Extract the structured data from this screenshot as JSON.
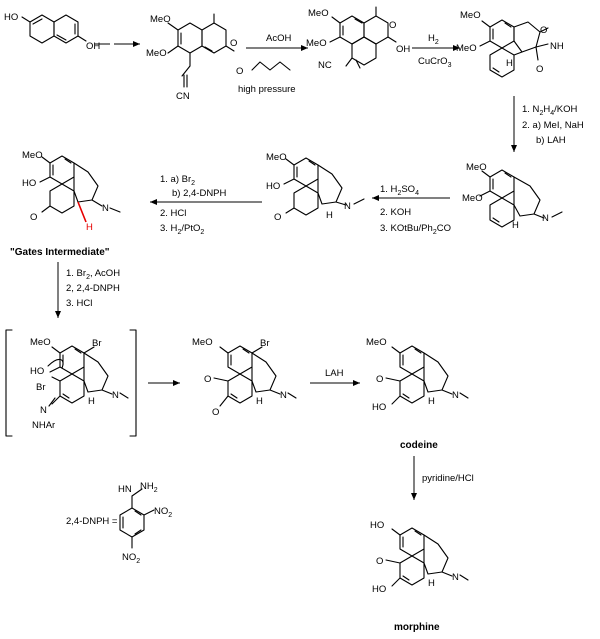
{
  "colors": {
    "ink": "#000000",
    "highlight": "#e60000",
    "background": "#ffffff"
  },
  "reagents": {
    "step3": "AcOH",
    "step3_diene_note": "high pressure",
    "step4_a": "H",
    "step4_a_sub": "2",
    "step4_b": "CuCrO",
    "step4_b_sub": "3",
    "step5_1a": "1. N",
    "step5_1b": "2",
    "step5_1c": "H",
    "step5_1d": "4",
    "step5_1e": "/KOH",
    "step5_2": "2. a) MeI, NaH",
    "step5_3": "b) LAH",
    "step6_1a": "1. H",
    "step6_1b": "2",
    "step6_1c": "SO",
    "step6_1d": "4",
    "step6_2": "2. KOH",
    "step6_3": "3. KOtBu/Ph",
    "step6_3b": "2",
    "step6_3c": "CO",
    "step7_1a": "1. a) Br",
    "step7_1b": "2",
    "step7_2": "b) 2,4-DNPH",
    "step7_3": "2. HCl",
    "step7_4a": "3. H",
    "step7_4b": "2",
    "step7_4c": "/PtO",
    "step7_4d": "2",
    "step8_1a": "1. Br",
    "step8_1b": "2",
    "step8_1c": ", AcOH",
    "step8_2": "2, 2,4-DNPH",
    "step8_3": "3. HCl",
    "step10": "LAH",
    "step11": "pyridine/HCl"
  },
  "labels": {
    "gates": "\"Gates Intermediate\"",
    "codeine": "codeine",
    "morphine": "morphine",
    "dnph_def": "2,4-DNPH ="
  },
  "atoms": {
    "HO": "HO",
    "OH": "OH",
    "MeO": "MeO",
    "O": "O",
    "CN": "CN",
    "NC": "NC",
    "H": "H",
    "N": "N",
    "NH": "NH",
    "Br": "Br",
    "NHAr": "NHAr",
    "NH2": "NH",
    "NH2_sub": "2",
    "NO2": "NO",
    "NO2_sub": "2",
    "HN": "HN"
  }
}
